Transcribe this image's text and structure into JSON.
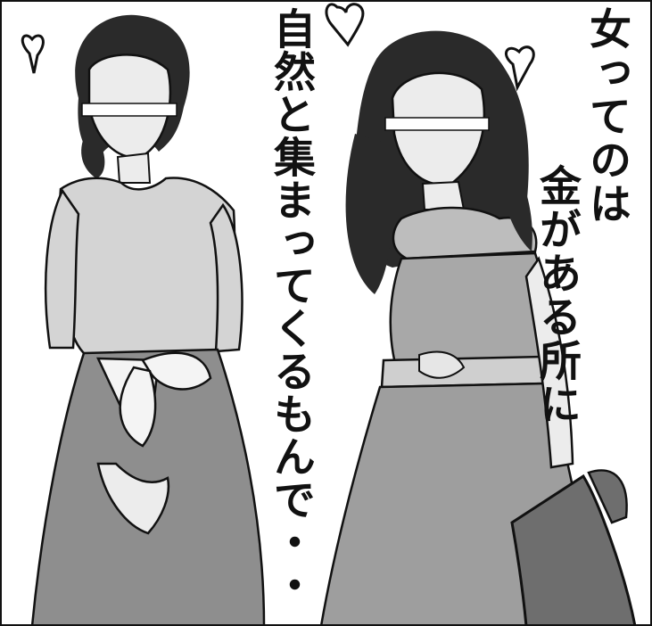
{
  "caption": {
    "line1": "女ってのは",
    "line2": "金がある所に",
    "line3": "自然と集まってくるもんで・・"
  },
  "colors": {
    "ink": "#111111",
    "background": "#ffffff",
    "tone_light": "#d4d4d4",
    "tone_mid": "#a8a8a8",
    "tone_dark": "#6e6e6e",
    "hair": "#2a2a2a"
  }
}
